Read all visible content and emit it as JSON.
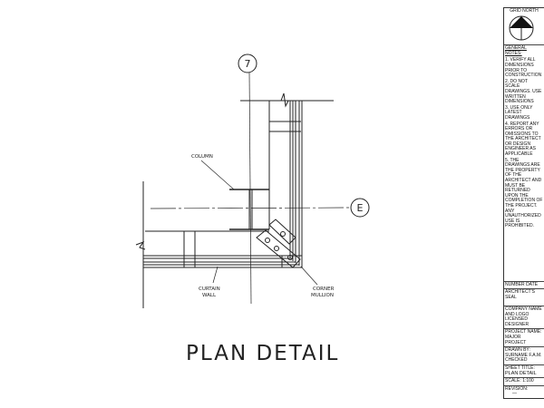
{
  "drawing": {
    "grid_labels": {
      "vertical": "7",
      "horizontal": "E"
    },
    "labels": {
      "column": "COLUMN",
      "curtain_wall_1": "CURTAIN",
      "curtain_wall_2": "WALL",
      "corner_mullion_1": "CORNER",
      "corner_mullion_2": "MULLION"
    },
    "title": "PLAN DETAIL"
  },
  "title_block": {
    "grid_north": "GRID NORTH",
    "general_notes": "GENERAL NOTES:",
    "notes": [
      "1. VERIFY ALL DIMENSIONS PRIOR TO CONSTRUCTION",
      "2. DO NOT SCALE DRAWINGS. USE WRITTEN DIMENSIONS",
      "3. USE ONLY LATEST DRAWINGS",
      "4. REPORT ANY ERRORS OR OMISSIONS TO THE ARCHITECT OR DESIGN ENGINEER AS APPLICABLE",
      "5. THE DRAWINGS ARE THE PROPERTY OF THE ARCHITECT AND MUST BE RETURNED UPON THE COMPLETION OF THE PROJECT. ANY UNAUTHORIZED USE IS PROHIBITED."
    ],
    "number": "NUMBER",
    "date": "DATE",
    "architects_seal": "ARCHITECT'S SEAL",
    "company": "COMPANY NAME AND LOGO",
    "company_logo_text": "LICENSED DESIGNER",
    "project_name_label": "PROJECT NAME:",
    "project_name": "MAJOR PROJECT",
    "drawn_by_label": "DRAWN BY:",
    "drawn_by": "SURNAME F.A.M.",
    "checked_label": "CHECKED",
    "sheet_title_label": "SHEET TITLE:",
    "sheet_title": "PLAN DETAIL",
    "scale_label": "SCALE:",
    "scale": "1:100",
    "revision_label": "REVISION:",
    "revision": "—"
  }
}
